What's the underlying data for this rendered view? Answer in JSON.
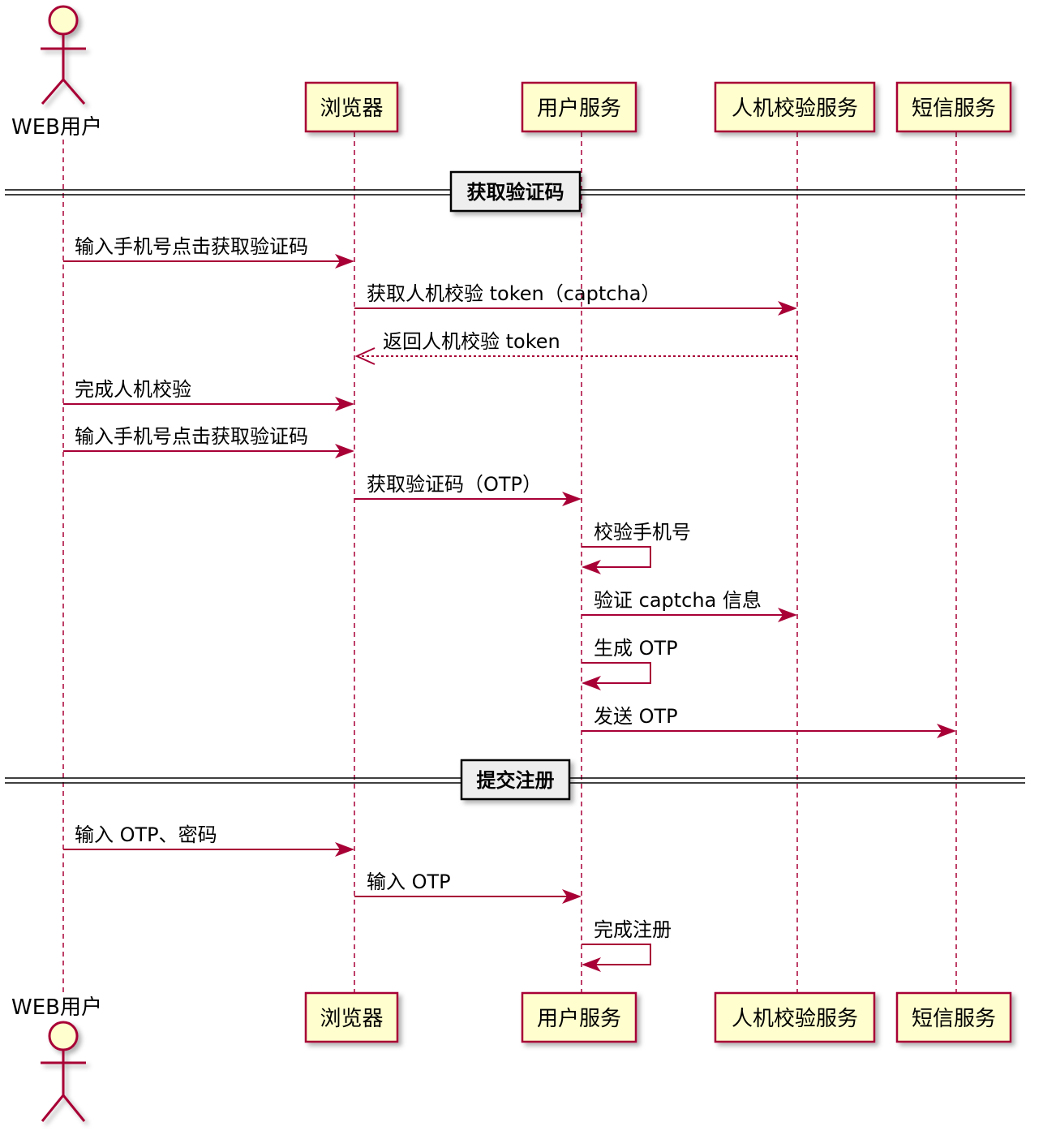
{
  "colors": {
    "participant_fill": "#FEFECE",
    "border": "#A80036",
    "arrow": "#A80036",
    "divider_fill": "#EEEEEE",
    "text": "#000000"
  },
  "participants": {
    "user": "WEB用户",
    "browser": "浏览器",
    "user_service": "用户服务",
    "captcha_service": "人机校验服务",
    "sms_service": "短信服务"
  },
  "dividers": {
    "get_code": "获取验证码",
    "submit": "提交注册"
  },
  "messages": {
    "m1": "输入手机号点击获取验证码",
    "m2": "获取人机校验 token（captcha）",
    "m3": "返回人机校验 token",
    "m4": "完成人机校验",
    "m5": "输入手机号点击获取验证码",
    "m6": "获取验证码（OTP）",
    "m7": "校验手机号",
    "m8": "验证 captcha 信息",
    "m9": "生成 OTP",
    "m10": "发送 OTP",
    "m11": "输入 OTP、密码",
    "m12": "输入 OTP",
    "m13": "完成注册"
  }
}
